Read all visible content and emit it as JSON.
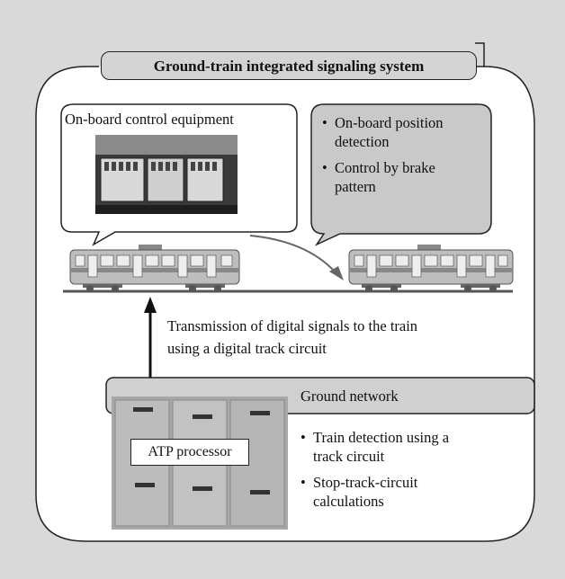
{
  "title": "Ground-train integrated signaling system",
  "onboard_equipment": {
    "label": "On-board control equipment"
  },
  "onboard_features": {
    "items": [
      "On-board position detection",
      "Control by brake pattern"
    ]
  },
  "transmission_label": {
    "line1": "Transmission of digital signals to the train",
    "line2": "using a digital track circuit"
  },
  "ground_network": {
    "label": "Ground network"
  },
  "atp": {
    "label": "ATP processor"
  },
  "ground_features": {
    "items": [
      "Train detection using a track circuit",
      "Stop-track-circuit calculations"
    ]
  },
  "colors": {
    "background": "#d9d9d9",
    "panel": "#ffffff",
    "callout_gray": "#c9c9c9",
    "track": "#555555",
    "train_body": "#bdbdbd"
  }
}
